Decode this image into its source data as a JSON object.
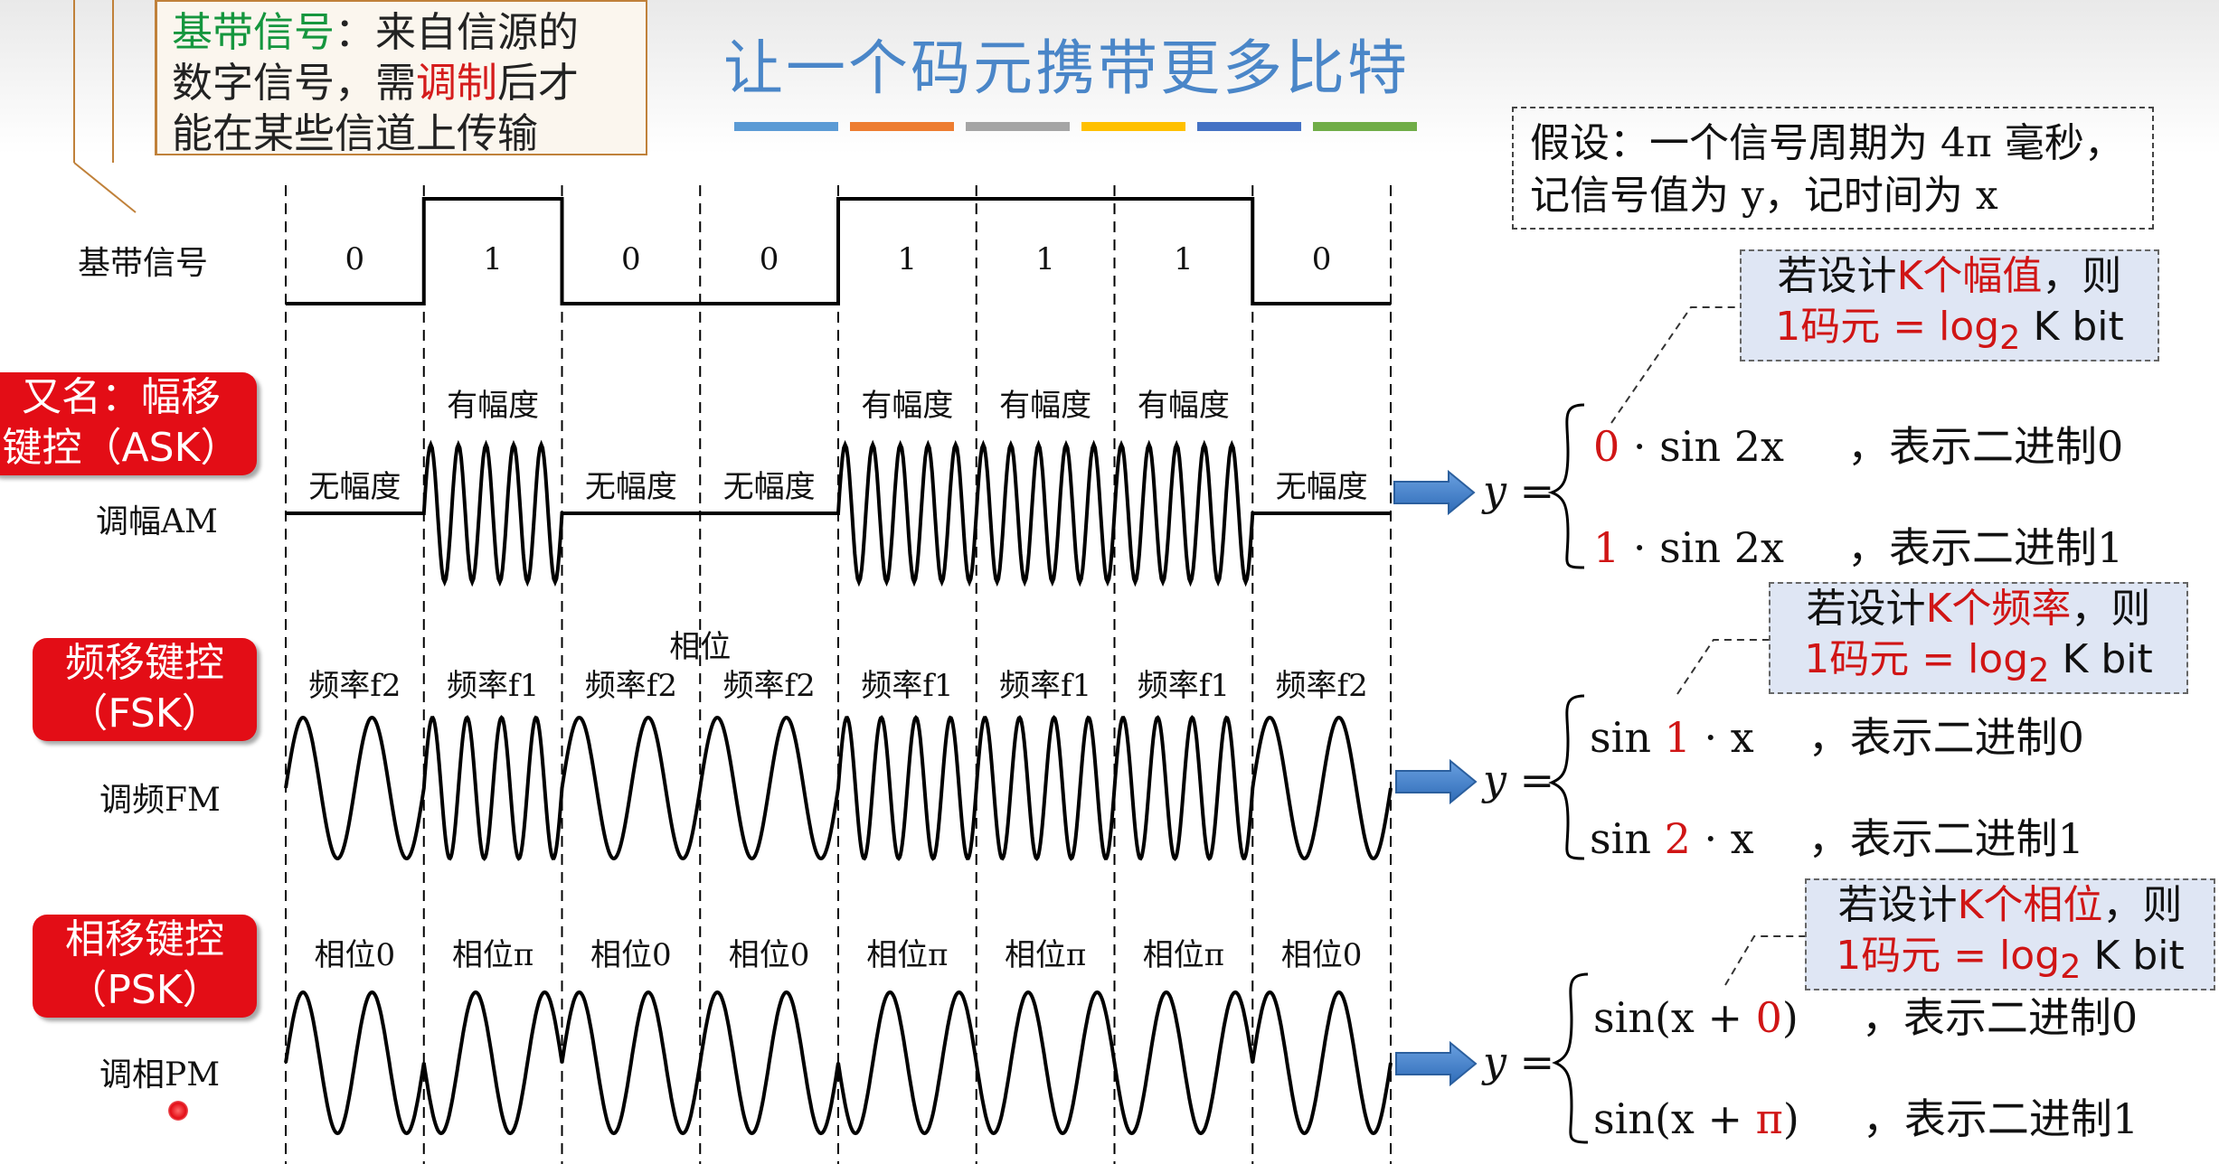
{
  "title": "让一个码元携带更多比特",
  "colors": {
    "title": "#4a86c8",
    "accent_red": "#e30d16",
    "arrow": "#3f7fcc"
  },
  "strip_colors": [
    "#5b9bd5",
    "#ed7d31",
    "#a5a5a5",
    "#ffc000",
    "#4472c4",
    "#70ad47"
  ],
  "note": {
    "term": "基带信号",
    "colon": "：",
    "line1": "来自信源的",
    "line2a": "数字信号，需",
    "line2b": "调制",
    "line2c": "后才",
    "line3": "能在某些信道上传输"
  },
  "assume": {
    "line1": "假设：一个信号周期为 4π 毫秒，",
    "line2": "记信号值为 y，记时间为 x"
  },
  "baseband": {
    "label": "基带信号",
    "bits": [
      "0",
      "1",
      "0",
      "0",
      "1",
      "1",
      "1",
      "0"
    ]
  },
  "ask": {
    "badge_line1": "又名：幅移",
    "badge_line2": "键控（ASK）",
    "label": "调幅AM",
    "amp_labels": [
      "无幅度",
      "有幅度",
      "无幅度",
      "无幅度",
      "有幅度",
      "有幅度",
      "有幅度",
      "无幅度"
    ]
  },
  "fsk": {
    "badge_line1": "频移键控",
    "badge_line2": "（FSK）",
    "label": "调频FM",
    "freq_labels": [
      "频率f2",
      "频率f1",
      "频率f2",
      "频率f2",
      "频率f1",
      "频率f1",
      "频率f1",
      "频率f2"
    ]
  },
  "psk": {
    "badge_line1": "相移键控",
    "badge_line2": "（PSK）",
    "label": "调相PM",
    "phase_header": "相位",
    "phase_labels": [
      "相位0",
      "相位π",
      "相位0",
      "相位0",
      "相位π",
      "相位π",
      "相位π",
      "相位0"
    ]
  },
  "kboxes": {
    "amp": {
      "line1a": "若设计",
      "line1b": "K个幅值",
      "line1c": "，则",
      "line2a": "1码元 = log",
      "line2sub": "2",
      "line2b": " K bit"
    },
    "freq": {
      "line1a": "若设计",
      "line1b": "K个频率",
      "line1c": "，则",
      "line2a": "1码元 = log",
      "line2sub": "2",
      "line2b": " K bit"
    },
    "phase": {
      "line1a": "若设计",
      "line1b": "K个相位",
      "line1c": "，则",
      "line2a": "1码元 = log",
      "line2sub": "2",
      "line2b": " K bit"
    }
  },
  "equations": {
    "ask": {
      "y": "y =",
      "r1a": "0",
      "r1b": " · sin 2x",
      "r1c": "，表示二进制0",
      "r2a": "1",
      "r2b": " · sin 2x",
      "r2c": "，表示二进制1"
    },
    "fsk": {
      "y": "y =",
      "r1a": "sin ",
      "r1b": "1",
      "r1c": " · x",
      "r1d": "，表示二进制0",
      "r2a": "sin ",
      "r2b": "2",
      "r2c": " · x",
      "r2d": "，表示二进制1"
    },
    "psk": {
      "y": "y =",
      "r1a": "sin(x + ",
      "r1b": "0",
      "r1c": ")",
      "r1d": "，表示二进制0",
      "r2a": "sin(x + ",
      "r2b": "π",
      "r2c": ")",
      "r2d": "，表示二进制1"
    }
  }
}
